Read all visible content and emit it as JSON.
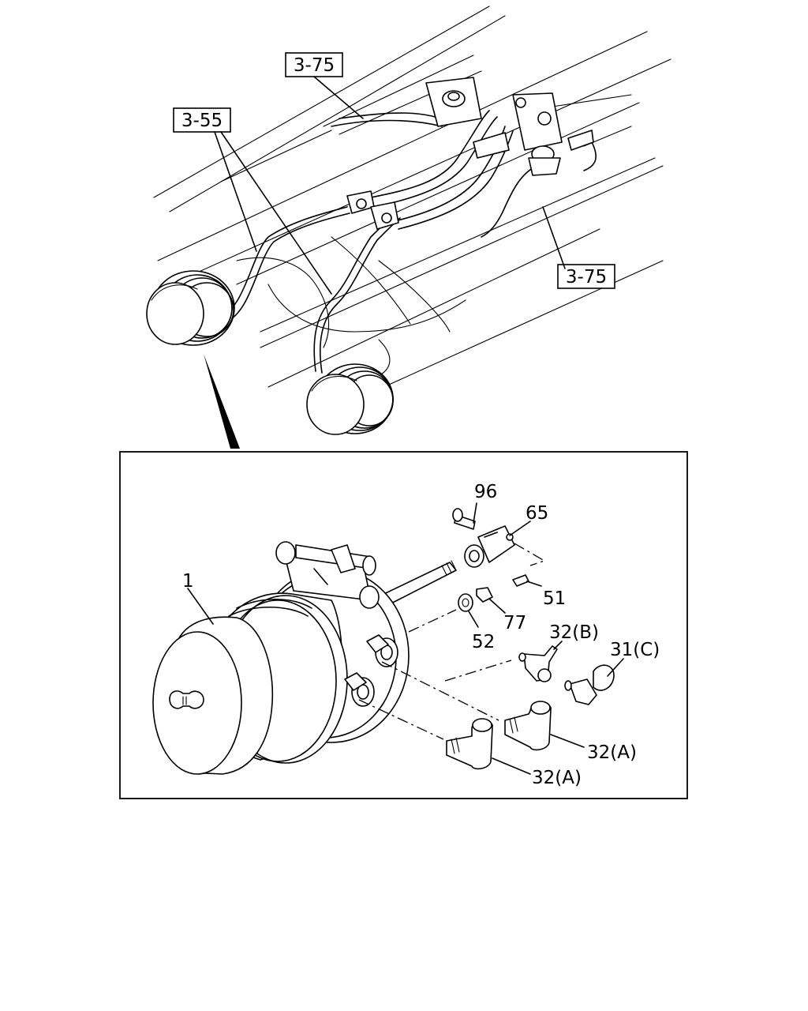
{
  "references": {
    "ref_top": "3-75",
    "ref_left": "3-55",
    "ref_right": "3-75"
  },
  "callouts": {
    "p1": "1",
    "p96": "96",
    "p65": "65",
    "p51": "51",
    "p77": "77",
    "p52": "52",
    "p32b": "32(B)",
    "p31c": "31(C)",
    "p32a_upper": "32(A)",
    "p32a_lower": "32(A)"
  }
}
